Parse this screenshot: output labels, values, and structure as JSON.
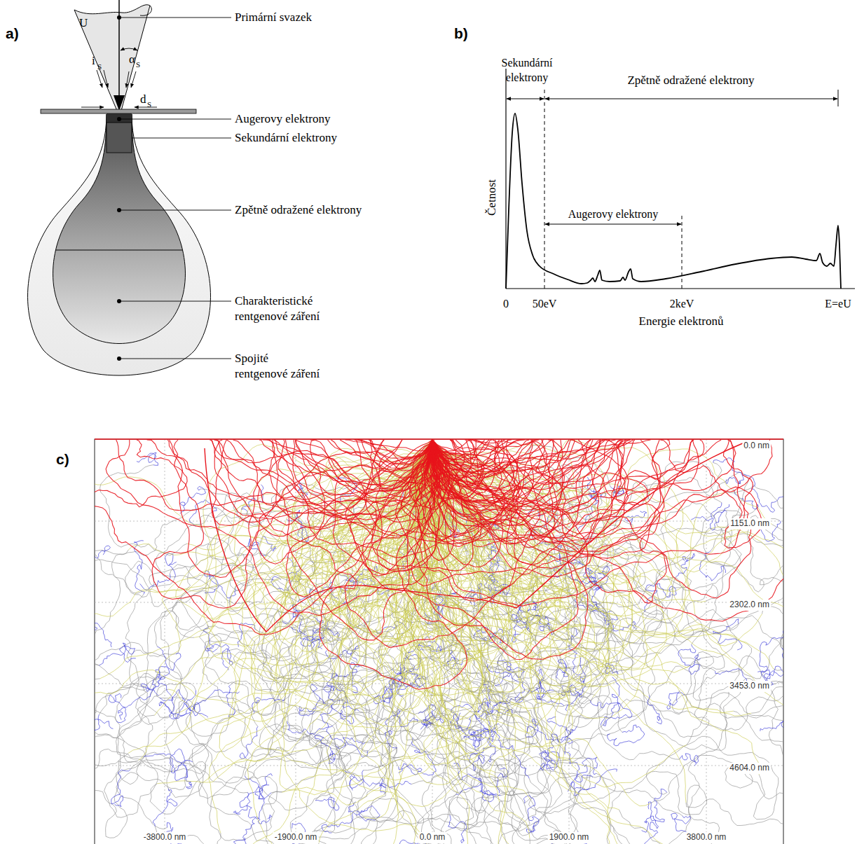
{
  "diagram": {
    "labels": [
      "a)",
      "U",
      "i",
      "S",
      "α",
      "S",
      "d",
      "S",
      "Primární svazek",
      "Augerovy elektrony",
      "Sekundární elektrony",
      "Zpětně odražené elektrony",
      "Charakteristické rentgenové záření",
      "Spojité rentgenové záření",
      "b)",
      "Sekundární elektrony",
      "Zpětně odražené elektrony",
      "Četnost",
      "Augerovy elektrony",
      "0",
      "50eV",
      "2keV",
      "E=eU",
      "Energie elektronů",
      "c)",
      "0.0 nm",
      "1151.0 nm",
      "2302.0 nm",
      "3453.0 nm",
      "4604.0 nm",
      "-3800.0 nm",
      "-1900.0 nm",
      "0.0 nm",
      "1900.0 nm",
      "3800.0 nm"
    ]
  }
}
